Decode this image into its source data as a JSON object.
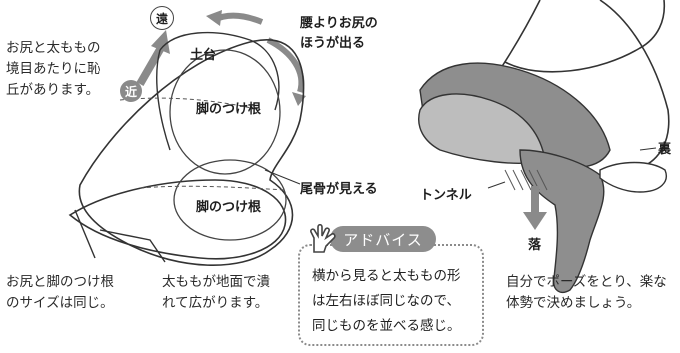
{
  "left_panel": {
    "note_top": "お尻と太ももの\n境目あたりに恥\n丘があります。",
    "far_label": "遠",
    "near_label": "近",
    "label_dodai": "土台",
    "label_root_1": "脚のつけ根",
    "label_root_2": "脚のつけ根",
    "label_hip": "腰よりお尻の\nほうが出る",
    "label_coccyx": "尾骨が見える",
    "note_bottom_left": "お尻と脚のつけ根\nのサイズは同じ。",
    "note_bottom_mid": "太ももが地面で潰\nれて広がります。"
  },
  "advice": {
    "banner": "アドバイス",
    "text": "横から見ると太ももの形\nは左右ほぼ同じなので、\n同じものを並べる感じ。"
  },
  "right_panel": {
    "label_back": "裏",
    "label_tunnel": "トンネル",
    "label_drop": "落",
    "note_right": "自分でポーズをとり、楽な\n体勢で決めましょう。"
  }
}
